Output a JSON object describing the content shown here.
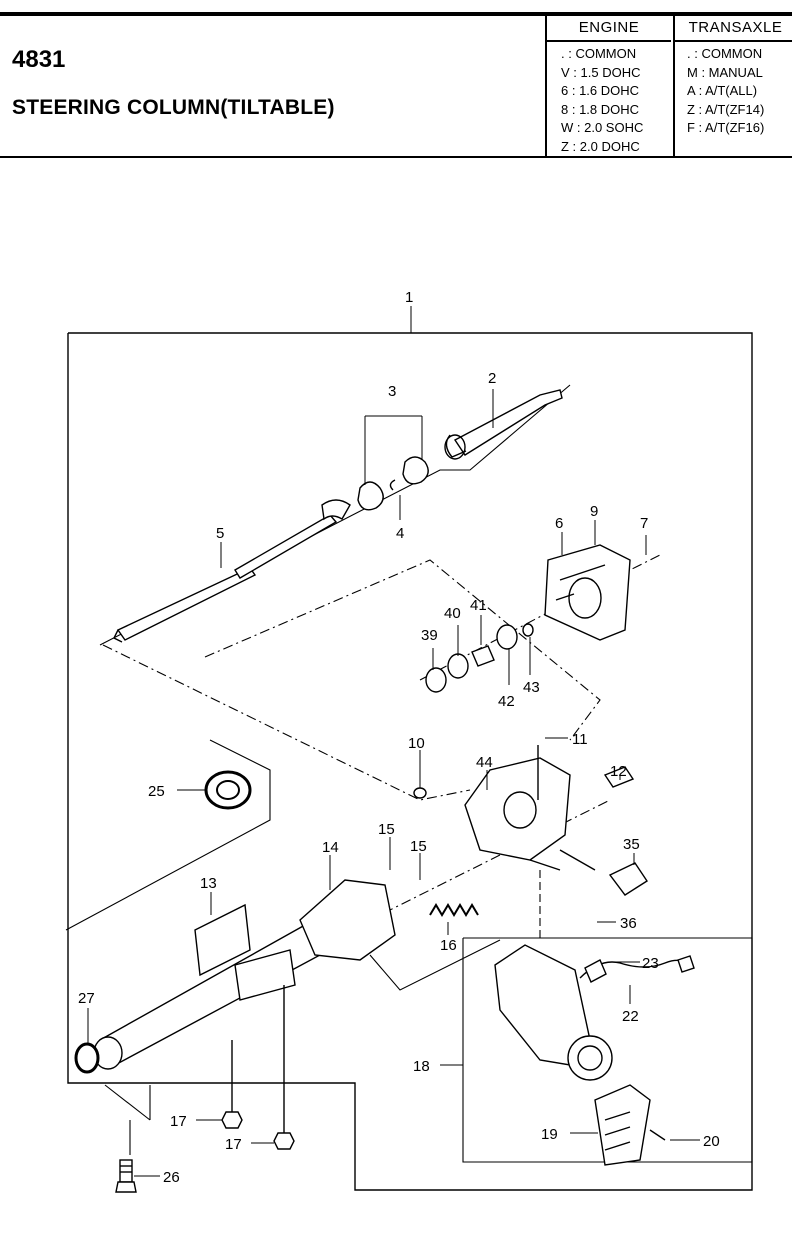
{
  "header": {
    "code": "4831",
    "title": "STEERING COLUMN(TILTABLE)"
  },
  "legend": {
    "engine_header": "ENGINE",
    "transaxle_header": "TRANSAXLE",
    "engine_rows": [
      ". : COMMON",
      "V : 1.5 DOHC",
      "6 : 1.6 DOHC",
      "8 : 1.8 DOHC",
      "W : 2.0 SOHC",
      "Z : 2.0 DOHC"
    ],
    "transaxle_rows": [
      ". : COMMON",
      "M : MANUAL",
      "A : A/T(ALL)",
      "Z : A/T(ZF14)",
      "F : A/T(ZF16)"
    ]
  },
  "callouts": {
    "c1": "1",
    "c2": "2",
    "c3": "3",
    "c4": "4",
    "c5": "5",
    "c6": "6",
    "c7": "7",
    "c9": "9",
    "c10": "10",
    "c11": "11",
    "c12": "12",
    "c13": "13",
    "c14": "14",
    "c15a": "15",
    "c15b": "15",
    "c16": "16",
    "c17a": "17",
    "c17b": "17",
    "c18": "18",
    "c19": "19",
    "c20": "20",
    "c22": "22",
    "c23": "23",
    "c25": "25",
    "c26": "26",
    "c27": "27",
    "c35": "35",
    "c36": "36",
    "c39": "39",
    "c40": "40",
    "c41": "41",
    "c42": "42",
    "c43": "43",
    "c44": "44"
  }
}
